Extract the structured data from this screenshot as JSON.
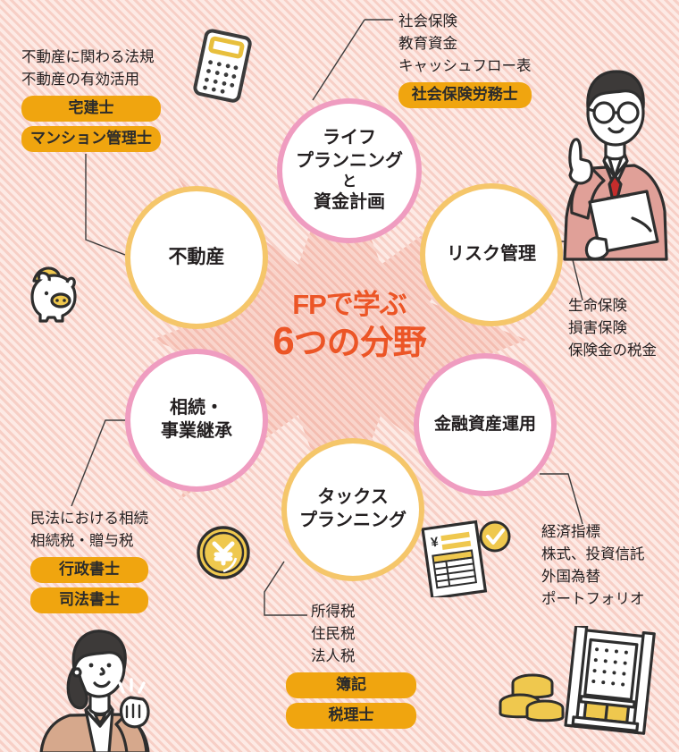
{
  "center": {
    "line1": "FPで学ぶ",
    "line2_number": "6",
    "line2_rest": "つの分野"
  },
  "circles": [
    {
      "key": "life",
      "label_lines": [
        "ライフ",
        "プランニング",
        "と",
        "資金計画"
      ],
      "border_color": "#ef9cc0"
    },
    {
      "key": "risk",
      "label_lines": [
        "リスク管理"
      ],
      "border_color": "#f5c66a"
    },
    {
      "key": "finance",
      "label_lines": [
        "金融資産運用"
      ],
      "border_color": "#ef9cc0"
    },
    {
      "key": "tax",
      "label_lines": [
        "タックス",
        "プランニング"
      ],
      "border_color": "#f5c66a"
    },
    {
      "key": "souzoku",
      "label_lines": [
        "相続・",
        "事業継承"
      ],
      "border_color": "#ef9cc0"
    },
    {
      "key": "fudosan",
      "label_lines": [
        "不動産"
      ],
      "border_color": "#f5c66a"
    }
  ],
  "notes": {
    "fudosan": {
      "topics": [
        "不動産に関わる法規",
        "不動産の有効活用"
      ],
      "badges": [
        "宅建士",
        "マンション管理士"
      ]
    },
    "life": {
      "topics": [
        "社会保険",
        "教育資金",
        "キャッシュフロー表"
      ],
      "badges": [
        "社会保険労務士"
      ]
    },
    "risk": {
      "topics": [
        "生命保険",
        "損害保険",
        "保険金の税金"
      ],
      "badges": []
    },
    "finance": {
      "topics": [
        "経済指標",
        "株式、投資信託",
        "外国為替",
        "ポートフォリオ"
      ],
      "badges": []
    },
    "souzoku": {
      "topics": [
        "民法における相続",
        "相続税・贈与税"
      ],
      "badges": [
        "行政書士",
        "司法書士"
      ]
    },
    "tax": {
      "topics": [
        "所得税",
        "住民税",
        "法人税"
      ],
      "badges": [
        "簿記",
        "税理士"
      ]
    }
  },
  "icons": [
    {
      "name": "calculator-icon"
    },
    {
      "name": "businessman-illustration"
    },
    {
      "name": "piggy-bank-icon"
    },
    {
      "name": "yen-coin-icon"
    },
    {
      "name": "tax-form-icon"
    },
    {
      "name": "businesswoman-illustration"
    },
    {
      "name": "bank-building-icon"
    }
  ],
  "colors": {
    "background": "#fbe3dd",
    "stripe": "#f7cfc6",
    "star": "#f2b6a8",
    "accent_orange": "#ec5526",
    "badge": "#f0a50f",
    "circle_pink": "#ef9cc0",
    "circle_gold": "#f5c66a",
    "text": "#231f20"
  }
}
